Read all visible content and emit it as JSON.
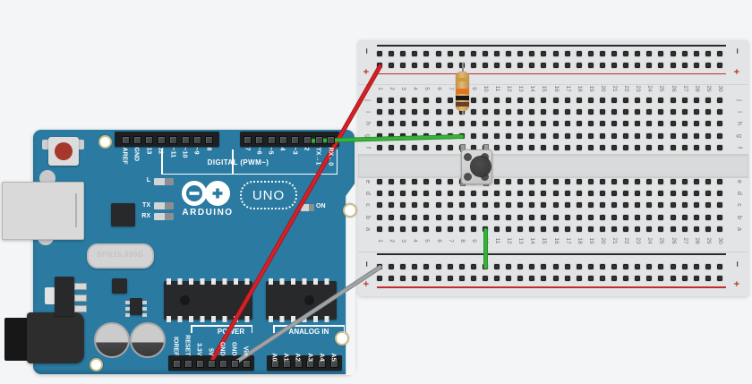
{
  "app": {
    "background": "#f4f5f6"
  },
  "breadboard": {
    "rail_negative_label": "−",
    "rail_positive_label": "+",
    "column_numbers": [
      "1",
      "2",
      "3",
      "4",
      "5",
      "6",
      "7",
      "8",
      "9",
      "10",
      "11",
      "12",
      "13",
      "14",
      "15",
      "16",
      "17",
      "18",
      "19",
      "20",
      "21",
      "22",
      "23",
      "24",
      "25",
      "26",
      "27",
      "28",
      "29",
      "30"
    ],
    "row_letters_top": [
      "j",
      "i",
      "h",
      "g",
      "f"
    ],
    "row_letters_bottom": [
      "e",
      "d",
      "c",
      "b",
      "a"
    ],
    "colors": {
      "body": "#e3e4e5",
      "negative_line": "#2a2a2a",
      "positive_line": "#c62b2b"
    }
  },
  "arduino": {
    "digital_header_left_labels": [
      "AREF",
      "GND",
      "13",
      "12",
      "~11",
      "~10",
      "~9",
      "8"
    ],
    "digital_header_right_labels": [
      "7",
      "~6",
      "~5",
      "4",
      "~3",
      "2",
      "TX→1",
      "RX←0"
    ],
    "digital_section_label": "DIGITAL (PWM~)",
    "power_header_labels": [
      "IOREF",
      "RESET",
      "3.3V",
      "5V",
      "GND",
      "GND",
      "Vin"
    ],
    "power_section_label": "POWER",
    "analog_header_labels": [
      "A0",
      "A1",
      "A2",
      "A3",
      "A4",
      "A5"
    ],
    "analog_section_label": "ANALOG IN",
    "led_labels": {
      "l": "L",
      "tx": "TX",
      "rx": "RX",
      "on": "ON"
    },
    "brand": "ARDUINO",
    "model": "UNO",
    "crystal_label": "SPK16.000G",
    "colors": {
      "board": "#2a7aa2"
    }
  },
  "components": {
    "resistor": {
      "bands_top_to_bottom": [
        "gold",
        "orange",
        "black",
        "brown"
      ],
      "band_colors": [
        "#c89b3c",
        "#e0751d",
        "#181818",
        "#69402a"
      ],
      "body_color": "#d9a95f",
      "location": "breadboard column 8, plus rail to row i"
    },
    "pushbutton": {
      "location": "breadboard columns 8 and 10, rows f to e across center gap"
    }
  },
  "wires": [
    {
      "name": "wire-red-power",
      "color": "#d42026",
      "outline": "#a01418",
      "from": "breadboard + rail column 1",
      "to": "arduino 5V pin"
    },
    {
      "name": "wire-green-signal",
      "color": "#3ab23a",
      "outline": "#1f8a28",
      "from": "arduino pin 2",
      "to": "breadboard hole g8"
    },
    {
      "name": "wire-green-jumper",
      "color": "#3ab23a",
      "outline": "#1f8a28",
      "from": "breadboard hole a10",
      "to": "breadboard − rail column 10"
    },
    {
      "name": "wire-gray-ground",
      "color": "#9fa3a6",
      "outline": "#767a7d",
      "from": "breadboard − rail column 1",
      "to": "arduino GND pin"
    }
  ]
}
